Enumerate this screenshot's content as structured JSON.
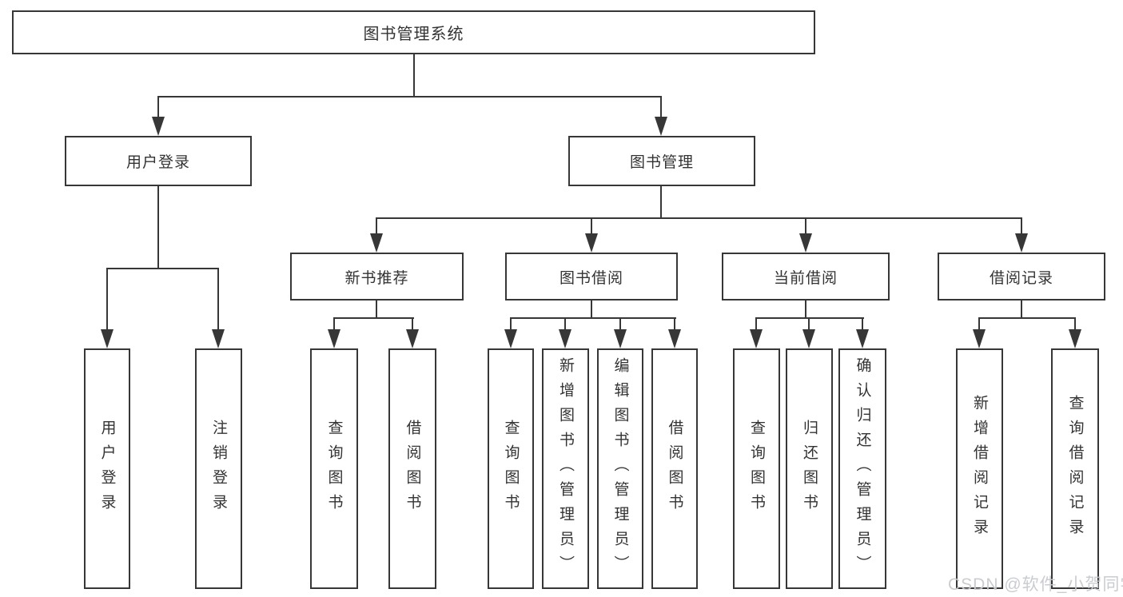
{
  "diagram": {
    "root": {
      "label": "图书管理系统"
    },
    "level2": [
      {
        "label": "用户登录"
      },
      {
        "label": "图书管理"
      }
    ],
    "level3": [
      {
        "label": "新书推荐"
      },
      {
        "label": "图书借阅"
      },
      {
        "label": "当前借阅"
      },
      {
        "label": "借阅记录"
      }
    ],
    "leaves": {
      "user_login": [
        "用户登录",
        "注销登录"
      ],
      "new_book_recommend": [
        "查询图书",
        "借阅图书"
      ],
      "book_borrow": [
        "查询图书",
        "新增图书（管理员）",
        "编辑图书（管理员）",
        "借阅图书"
      ],
      "current_borrow": [
        "查询图书",
        "归还图书",
        "确认归还（管理员）"
      ],
      "borrow_record": [
        "新增借阅记录",
        "查询借阅记录"
      ]
    },
    "watermark": "CSDN @软件_小贺同学",
    "colors": {
      "line": "#373737",
      "text": "#333333",
      "watermark": "#c6c9ce",
      "background": "#ffffff"
    }
  }
}
